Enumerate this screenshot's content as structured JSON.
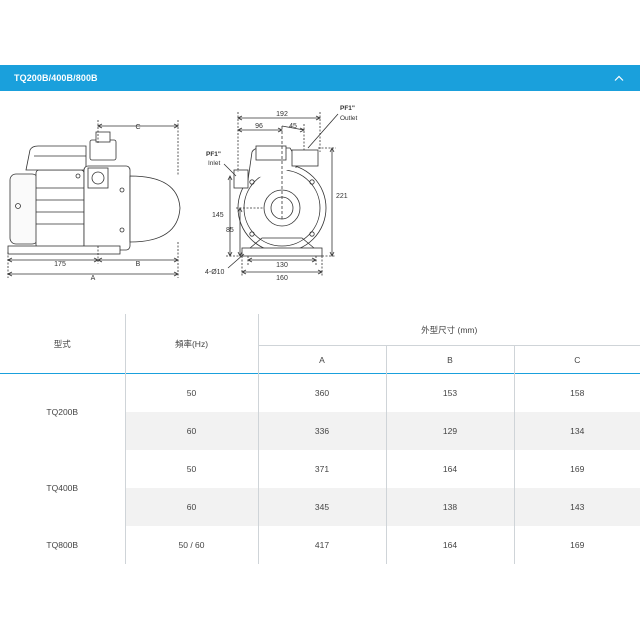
{
  "header": {
    "title": "TQ200B/400B/800B",
    "toggle_icon": "chevron-up-icon"
  },
  "drawing": {
    "side_view": {
      "dim_c": "C",
      "dim_175": "175",
      "dim_b": "B",
      "dim_a": "A"
    },
    "front_view": {
      "dim_192": "192",
      "dim_96": "96",
      "dim_45": "45",
      "outlet_label_1": "PF1\"",
      "outlet_label_2": "Outlet",
      "inlet_label_1": "PF1\"",
      "inlet_label_2": "Inlet",
      "dim_221": "221",
      "dim_145": "145",
      "dim_85": "85",
      "dim_130": "130",
      "dim_160": "160",
      "holes": "4-Ø10"
    }
  },
  "table": {
    "col_model": "型式",
    "col_freq": "頻率(Hz)",
    "col_dims": "外型尺寸 (mm)",
    "col_a": "A",
    "col_b": "B",
    "col_c": "C",
    "models": [
      {
        "name": "TQ200B",
        "rows": [
          {
            "freq": "50",
            "a": "360",
            "b": "153",
            "c": "158"
          },
          {
            "freq": "60",
            "a": "336",
            "b": "129",
            "c": "134"
          }
        ]
      },
      {
        "name": "TQ400B",
        "rows": [
          {
            "freq": "50",
            "a": "371",
            "b": "164",
            "c": "169"
          },
          {
            "freq": "60",
            "a": "345",
            "b": "138",
            "c": "143"
          }
        ]
      },
      {
        "name": "TQ800B",
        "rows": [
          {
            "freq": "50 / 60",
            "a": "417",
            "b": "164",
            "c": "169"
          }
        ]
      }
    ]
  }
}
